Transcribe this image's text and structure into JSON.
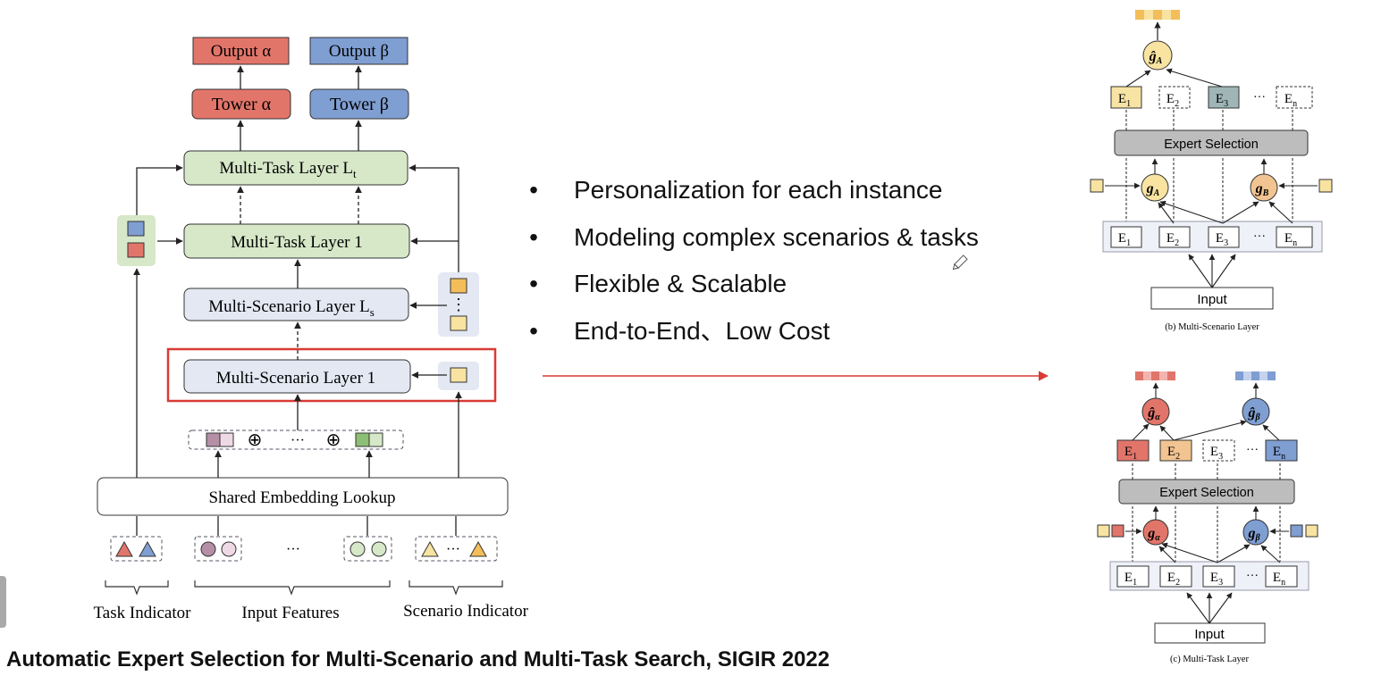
{
  "left_diagram": {
    "output_alpha": "Output α",
    "output_beta": "Output β",
    "tower_alpha": "Tower α",
    "tower_beta": "Tower β",
    "mt_layer_lt": "Multi-Task Layer L",
    "mt_layer_lt_sub": "t",
    "mt_layer_1": "Multi-Task Layer 1",
    "ms_layer_ls": "Multi-Scenario Layer L",
    "ms_layer_ls_sub": "s",
    "ms_layer_1": "Multi-Scenario Layer 1",
    "shared_embedding": "Shared Embedding Lookup",
    "concat_oplus_1": "⊕",
    "concat_dots": "···",
    "concat_oplus_2": "⊕",
    "feature_dots": "···",
    "scenario_dots": "···",
    "vertical_dots": "⋮",
    "task_indicator": "Task Indicator",
    "input_features": "Input Features",
    "scenario_indicator": "Scenario Indicator"
  },
  "bullets": [
    "Personalization for each instance",
    "Modeling complex scenarios & tasks",
    "Flexible & Scalable",
    "End-to-End、Low Cost"
  ],
  "bullet_symbol": "•",
  "panel_b": {
    "gate_top": "ĝ",
    "gate_top_sub": "A",
    "experts_top": [
      {
        "label": "E",
        "sub": "1"
      },
      {
        "label": "E",
        "sub": "2"
      },
      {
        "label": "E",
        "sub": "3"
      },
      {
        "label": "E",
        "sub": "n"
      }
    ],
    "dots": "···",
    "expert_selection": "Expert Selection",
    "gate_a": "g",
    "gate_a_sub": "A",
    "gate_b": "g",
    "gate_b_sub": "B",
    "experts_bottom": [
      {
        "label": "E",
        "sub": "1"
      },
      {
        "label": "E",
        "sub": "2"
      },
      {
        "label": "E",
        "sub": "3"
      },
      {
        "label": "E",
        "sub": "n"
      }
    ],
    "input": "Input",
    "caption": "(b)  Multi-Scenario Layer"
  },
  "panel_c": {
    "gate_top_alpha": "ĝ",
    "gate_top_alpha_sub": "α",
    "gate_top_beta": "ĝ",
    "gate_top_beta_sub": "β",
    "experts_top": [
      {
        "label": "E",
        "sub": "1"
      },
      {
        "label": "E",
        "sub": "2"
      },
      {
        "label": "E",
        "sub": "3"
      },
      {
        "label": "E",
        "sub": "n"
      }
    ],
    "dots": "···",
    "expert_selection": "Expert Selection",
    "gate_alpha": "g",
    "gate_alpha_sub": "α",
    "gate_beta": "g",
    "gate_beta_sub": "β",
    "experts_bottom": [
      {
        "label": "E",
        "sub": "1"
      },
      {
        "label": "E",
        "sub": "2"
      },
      {
        "label": "E",
        "sub": "3"
      },
      {
        "label": "E",
        "sub": "n"
      }
    ],
    "input": "Input",
    "caption": "(c) Multi-Task Layer"
  },
  "footer": "Automatic Expert Selection for Multi-Scenario and Multi-Task Search, SIGIR 2022",
  "colors": {
    "red": "#e2756a",
    "blue": "#7f9ed2",
    "green": "#d6e8c8",
    "lightblue": "#e3e8f3",
    "yellow": "#f8e3a1",
    "orange": "#f3be5a",
    "purple": "#b58fa6",
    "highlight": "#d93a34",
    "expert_yellow": "#f7e3a3",
    "expert_teal": "#9fb5b6",
    "expert_orange": "#f2c491"
  }
}
